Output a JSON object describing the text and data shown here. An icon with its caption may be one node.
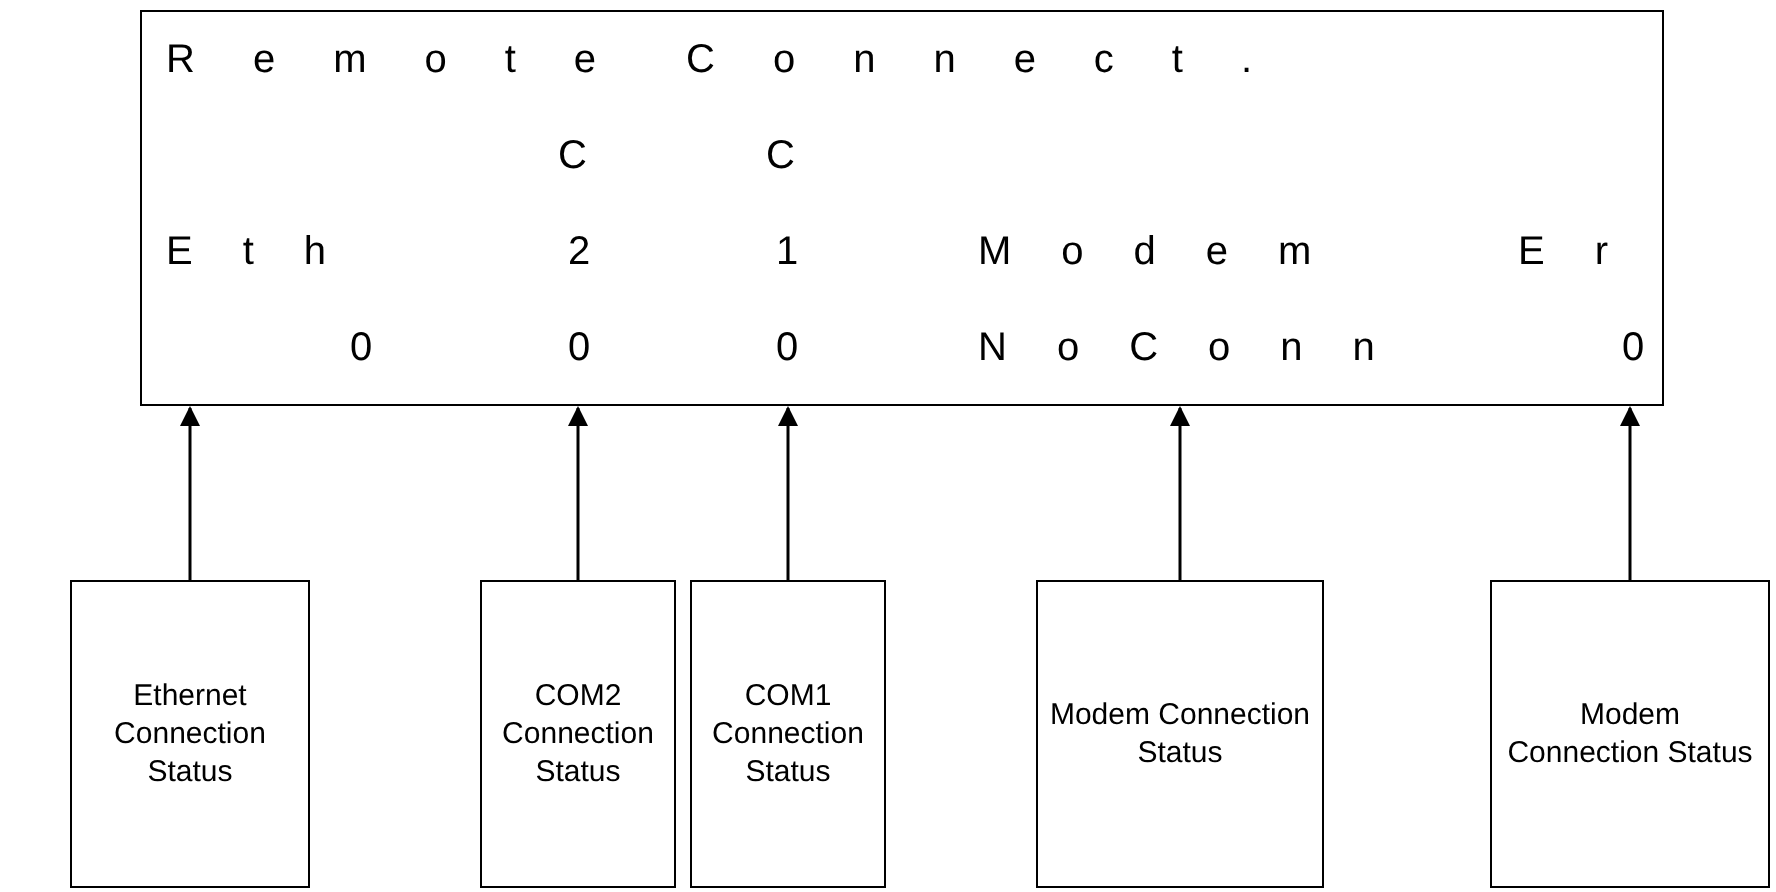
{
  "diagram": {
    "nodes": [
      {
        "text": [
          "Remote Connect.",
          "C C",
          "Eth 2 1 Modem Er",
          "0 0 0 NoConn 0"
        ]
      },
      {
        "text": [
          "Ethernet Connection Status"
        ]
      },
      {
        "text": [
          "COM2 Connection Status"
        ]
      },
      {
        "text": [
          "COM1 Connection Status"
        ]
      },
      {
        "text": [
          "Modem Connection Status"
        ]
      },
      {
        "text": [
          "Modem Connection Status"
        ]
      }
    ],
    "edges": [
      {
        "from": 1,
        "to": 0,
        "arrow": "to"
      },
      {
        "from": 2,
        "to": 0,
        "arrow": "to"
      },
      {
        "from": 3,
        "to": 0,
        "arrow": "to"
      },
      {
        "from": 4,
        "to": 0,
        "arrow": "to"
      },
      {
        "from": 5,
        "to": 0,
        "arrow": "to"
      }
    ]
  }
}
